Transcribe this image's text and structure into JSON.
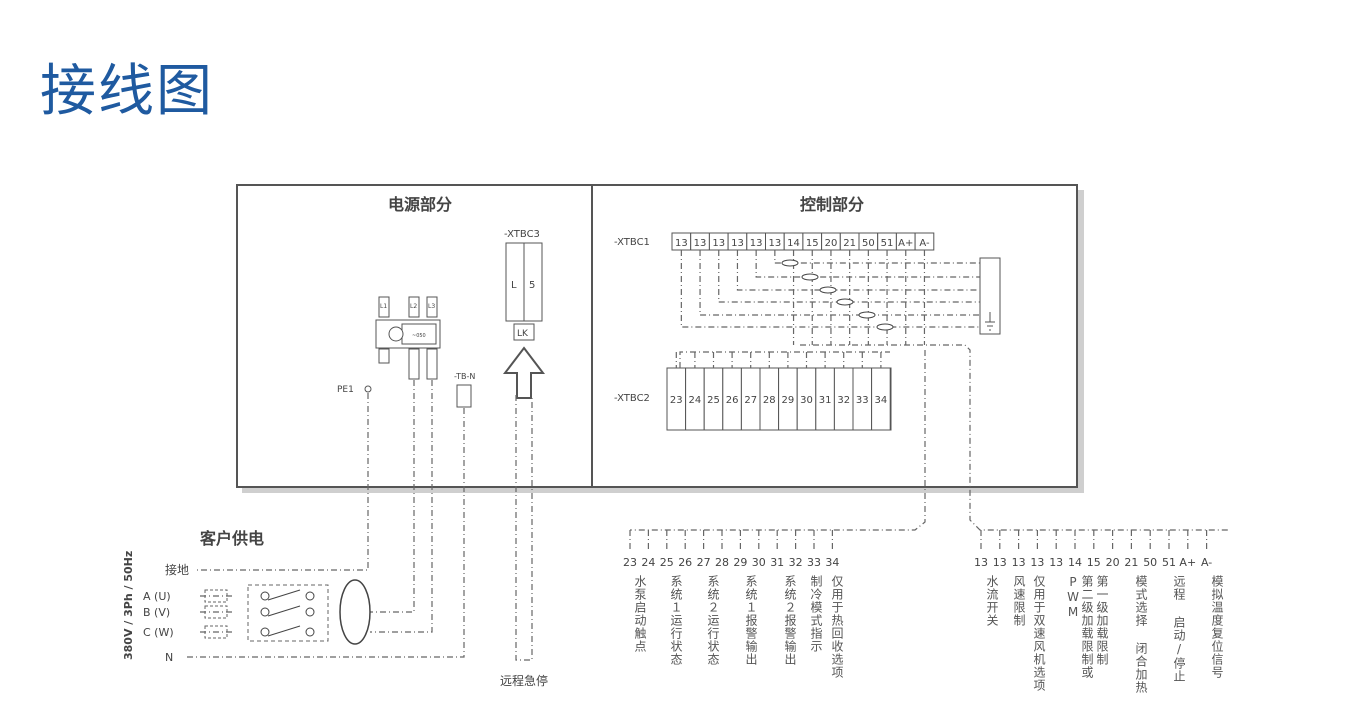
{
  "title": "接线图",
  "power_section": {
    "heading": "电源部分",
    "xtbc3": {
      "label": "-XTBC3",
      "cell_l": "L",
      "cell_5": "5",
      "lk": "LK"
    },
    "switch": {
      "l1": "L1",
      "l2": "L2",
      "l3": "L3",
      "rating": "~050"
    },
    "pe1": "PE1",
    "tbn": "-TB-N"
  },
  "control_section": {
    "heading": "控制部分",
    "xtbc1": {
      "label": "-XTBC1",
      "terminals": [
        "13",
        "13",
        "13",
        "13",
        "13",
        "13",
        "14",
        "15",
        "20",
        "21",
        "50",
        "51",
        "A+",
        "A-"
      ]
    },
    "xtbc2": {
      "label": "-XTBC2",
      "terminals": [
        "23",
        "24",
        "25",
        "26",
        "27",
        "28",
        "29",
        "30",
        "31",
        "32",
        "33",
        "34"
      ]
    }
  },
  "customer": {
    "heading": "客户供电",
    "supply_vertical": "380V / 3Ph / 50Hz",
    "ground": "接地",
    "a": "A (U)",
    "b": "B (V)",
    "c": "C (W)",
    "n": "N"
  },
  "remote_stop": "远程急停",
  "bottom_left": {
    "numbers": [
      "23",
      "24",
      "25",
      "26",
      "27",
      "28",
      "29",
      "30",
      "31",
      "32",
      "33",
      "34"
    ],
    "labels": [
      "水泵启动触点",
      "系统１运行状态",
      "系统２运行状态",
      "系统１报警输出",
      "系统２报警输出",
      "制冷模式指示",
      "仅用于热回收选项"
    ]
  },
  "bottom_right": {
    "numbers": [
      "13",
      "13",
      "13",
      "13",
      "13",
      "14",
      "15",
      "20",
      "21",
      "50",
      "51",
      "A+",
      "A-"
    ],
    "labels": [
      "水流开关",
      "风速限制",
      "仅用于双速风机选项",
      "第二级加载限制或PWM",
      "第一级加载限制",
      "模式选择 闭合加热",
      "远程 启动/停止",
      "模拟温度复位信号"
    ]
  }
}
